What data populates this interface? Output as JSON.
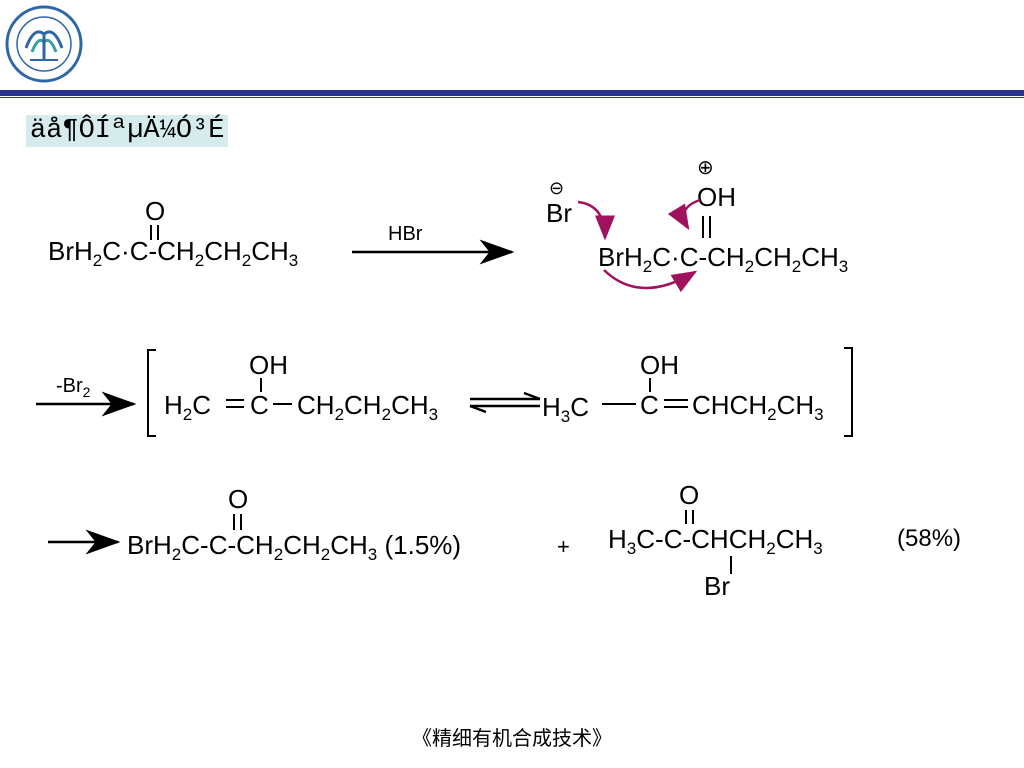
{
  "header": {
    "title": "äå¶ÔÍªµÄ¼Ó³É",
    "accent_color": "#26328c",
    "title_bg": "#d6ebec"
  },
  "logo": {
    "icon": "university-seal-icon"
  },
  "reagent": "HBr",
  "conditions_br2": "-Br",
  "reactant": {
    "carbonyl_o": "O",
    "chain": {
      "p1": "BrH",
      "p2": "C",
      "dot": "·",
      "c": "C",
      "dash": "-",
      "p3": "CH",
      "p4": "CH",
      "p5": "CH",
      "s2": "2",
      "s3": "3"
    }
  },
  "protonated": {
    "oh": "OH",
    "plus": "⊕",
    "minus": "⊖",
    "br_ion": "Br",
    "arrow_color": "#a0125e"
  },
  "enol_left": {
    "oh": "OH",
    "h2c": "H",
    "c_eq": "C",
    "rest": "C",
    "chain": "CH",
    "sub2": "2",
    "sub3": "3"
  },
  "enol_right": {
    "oh": "OH",
    "h3c": "H",
    "c": "C",
    "chain": "CHCH",
    "sub2": "2",
    "sub3": "3"
  },
  "product1": {
    "o": "O",
    "yield": "(1.5%)",
    "plus_sign": "+"
  },
  "product2": {
    "o": "O",
    "br": "Br",
    "yield": "(58%)"
  },
  "footer": {
    "text": "《精细有机合成技术》"
  }
}
